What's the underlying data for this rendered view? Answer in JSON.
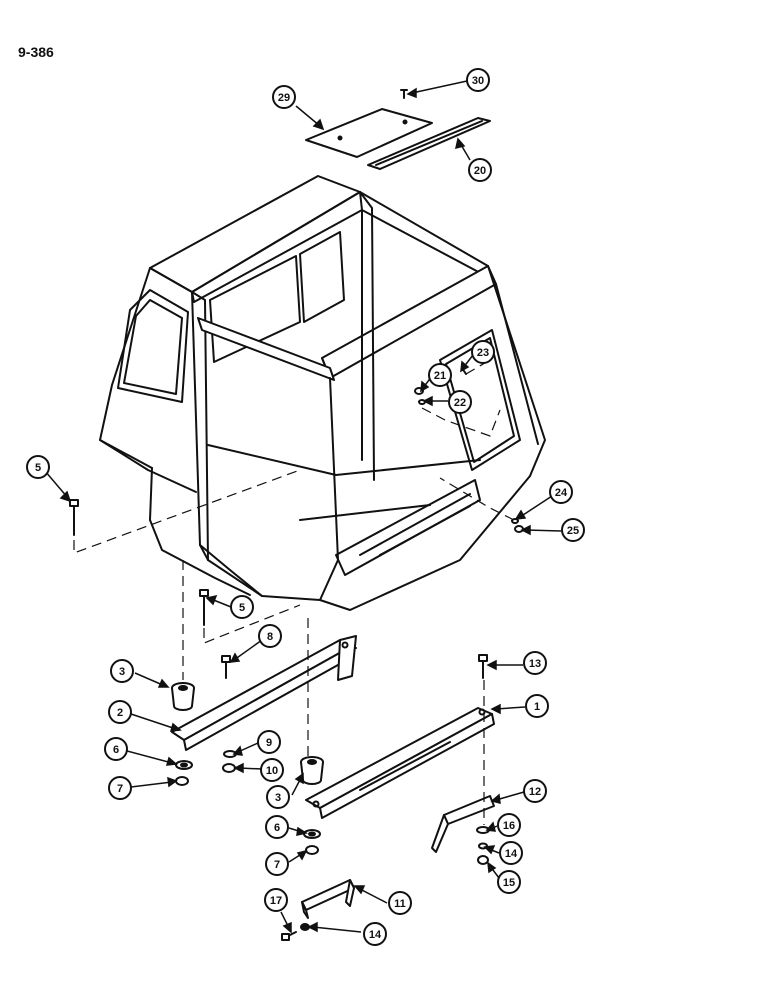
{
  "page_number": "9-386",
  "callouts": [
    {
      "id": "c30",
      "label": "30"
    },
    {
      "id": "c29",
      "label": "29"
    },
    {
      "id": "c20",
      "label": "20"
    },
    {
      "id": "c23",
      "label": "23"
    },
    {
      "id": "c21",
      "label": "21"
    },
    {
      "id": "c22",
      "label": "22"
    },
    {
      "id": "c5a",
      "label": "5"
    },
    {
      "id": "c24",
      "label": "24"
    },
    {
      "id": "c25",
      "label": "25"
    },
    {
      "id": "c5b",
      "label": "5"
    },
    {
      "id": "c8",
      "label": "8"
    },
    {
      "id": "c3a",
      "label": "3"
    },
    {
      "id": "c13",
      "label": "13"
    },
    {
      "id": "c2",
      "label": "2"
    },
    {
      "id": "c1",
      "label": "1"
    },
    {
      "id": "c6a",
      "label": "6"
    },
    {
      "id": "c9",
      "label": "9"
    },
    {
      "id": "c10",
      "label": "10"
    },
    {
      "id": "c7a",
      "label": "7"
    },
    {
      "id": "c3b",
      "label": "3"
    },
    {
      "id": "c12",
      "label": "12"
    },
    {
      "id": "c6b",
      "label": "6"
    },
    {
      "id": "c16",
      "label": "16"
    },
    {
      "id": "c14a",
      "label": "14"
    },
    {
      "id": "c7b",
      "label": "7"
    },
    {
      "id": "c15",
      "label": "15"
    },
    {
      "id": "c11",
      "label": "11"
    },
    {
      "id": "c17",
      "label": "17"
    },
    {
      "id": "c14b",
      "label": "14"
    }
  ]
}
